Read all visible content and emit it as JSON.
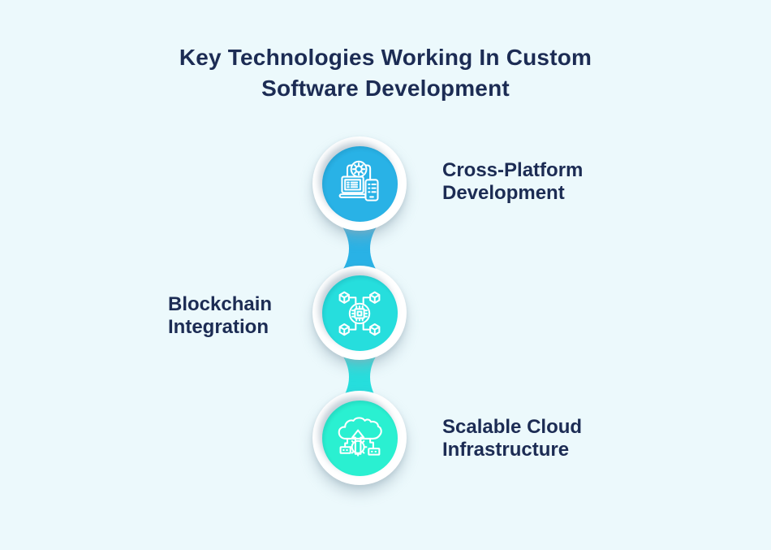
{
  "title": {
    "line1": "Key Technologies Working In Custom",
    "line2": "Software Development"
  },
  "items": [
    {
      "label": "Cross-Platform Development",
      "icon": "cross-platform-devices-icon",
      "circle_color": "#29b2e6",
      "label_side": "right"
    },
    {
      "label": "Blockchain Integration",
      "icon": "blockchain-chip-cubes-icon",
      "circle_color": "#26dedd",
      "label_side": "left"
    },
    {
      "label": "Scalable Cloud Infrastructure",
      "icon": "cloud-upload-gear-icon",
      "circle_color": "#2af0d1",
      "label_side": "right"
    }
  ],
  "colors": {
    "background": "#ecf9fc",
    "heading_text": "#1c2c54",
    "ring": "#ffffff",
    "icon_stroke": "#ffffff",
    "connector1": "#29b2e6",
    "connector2": "#26dedd"
  }
}
